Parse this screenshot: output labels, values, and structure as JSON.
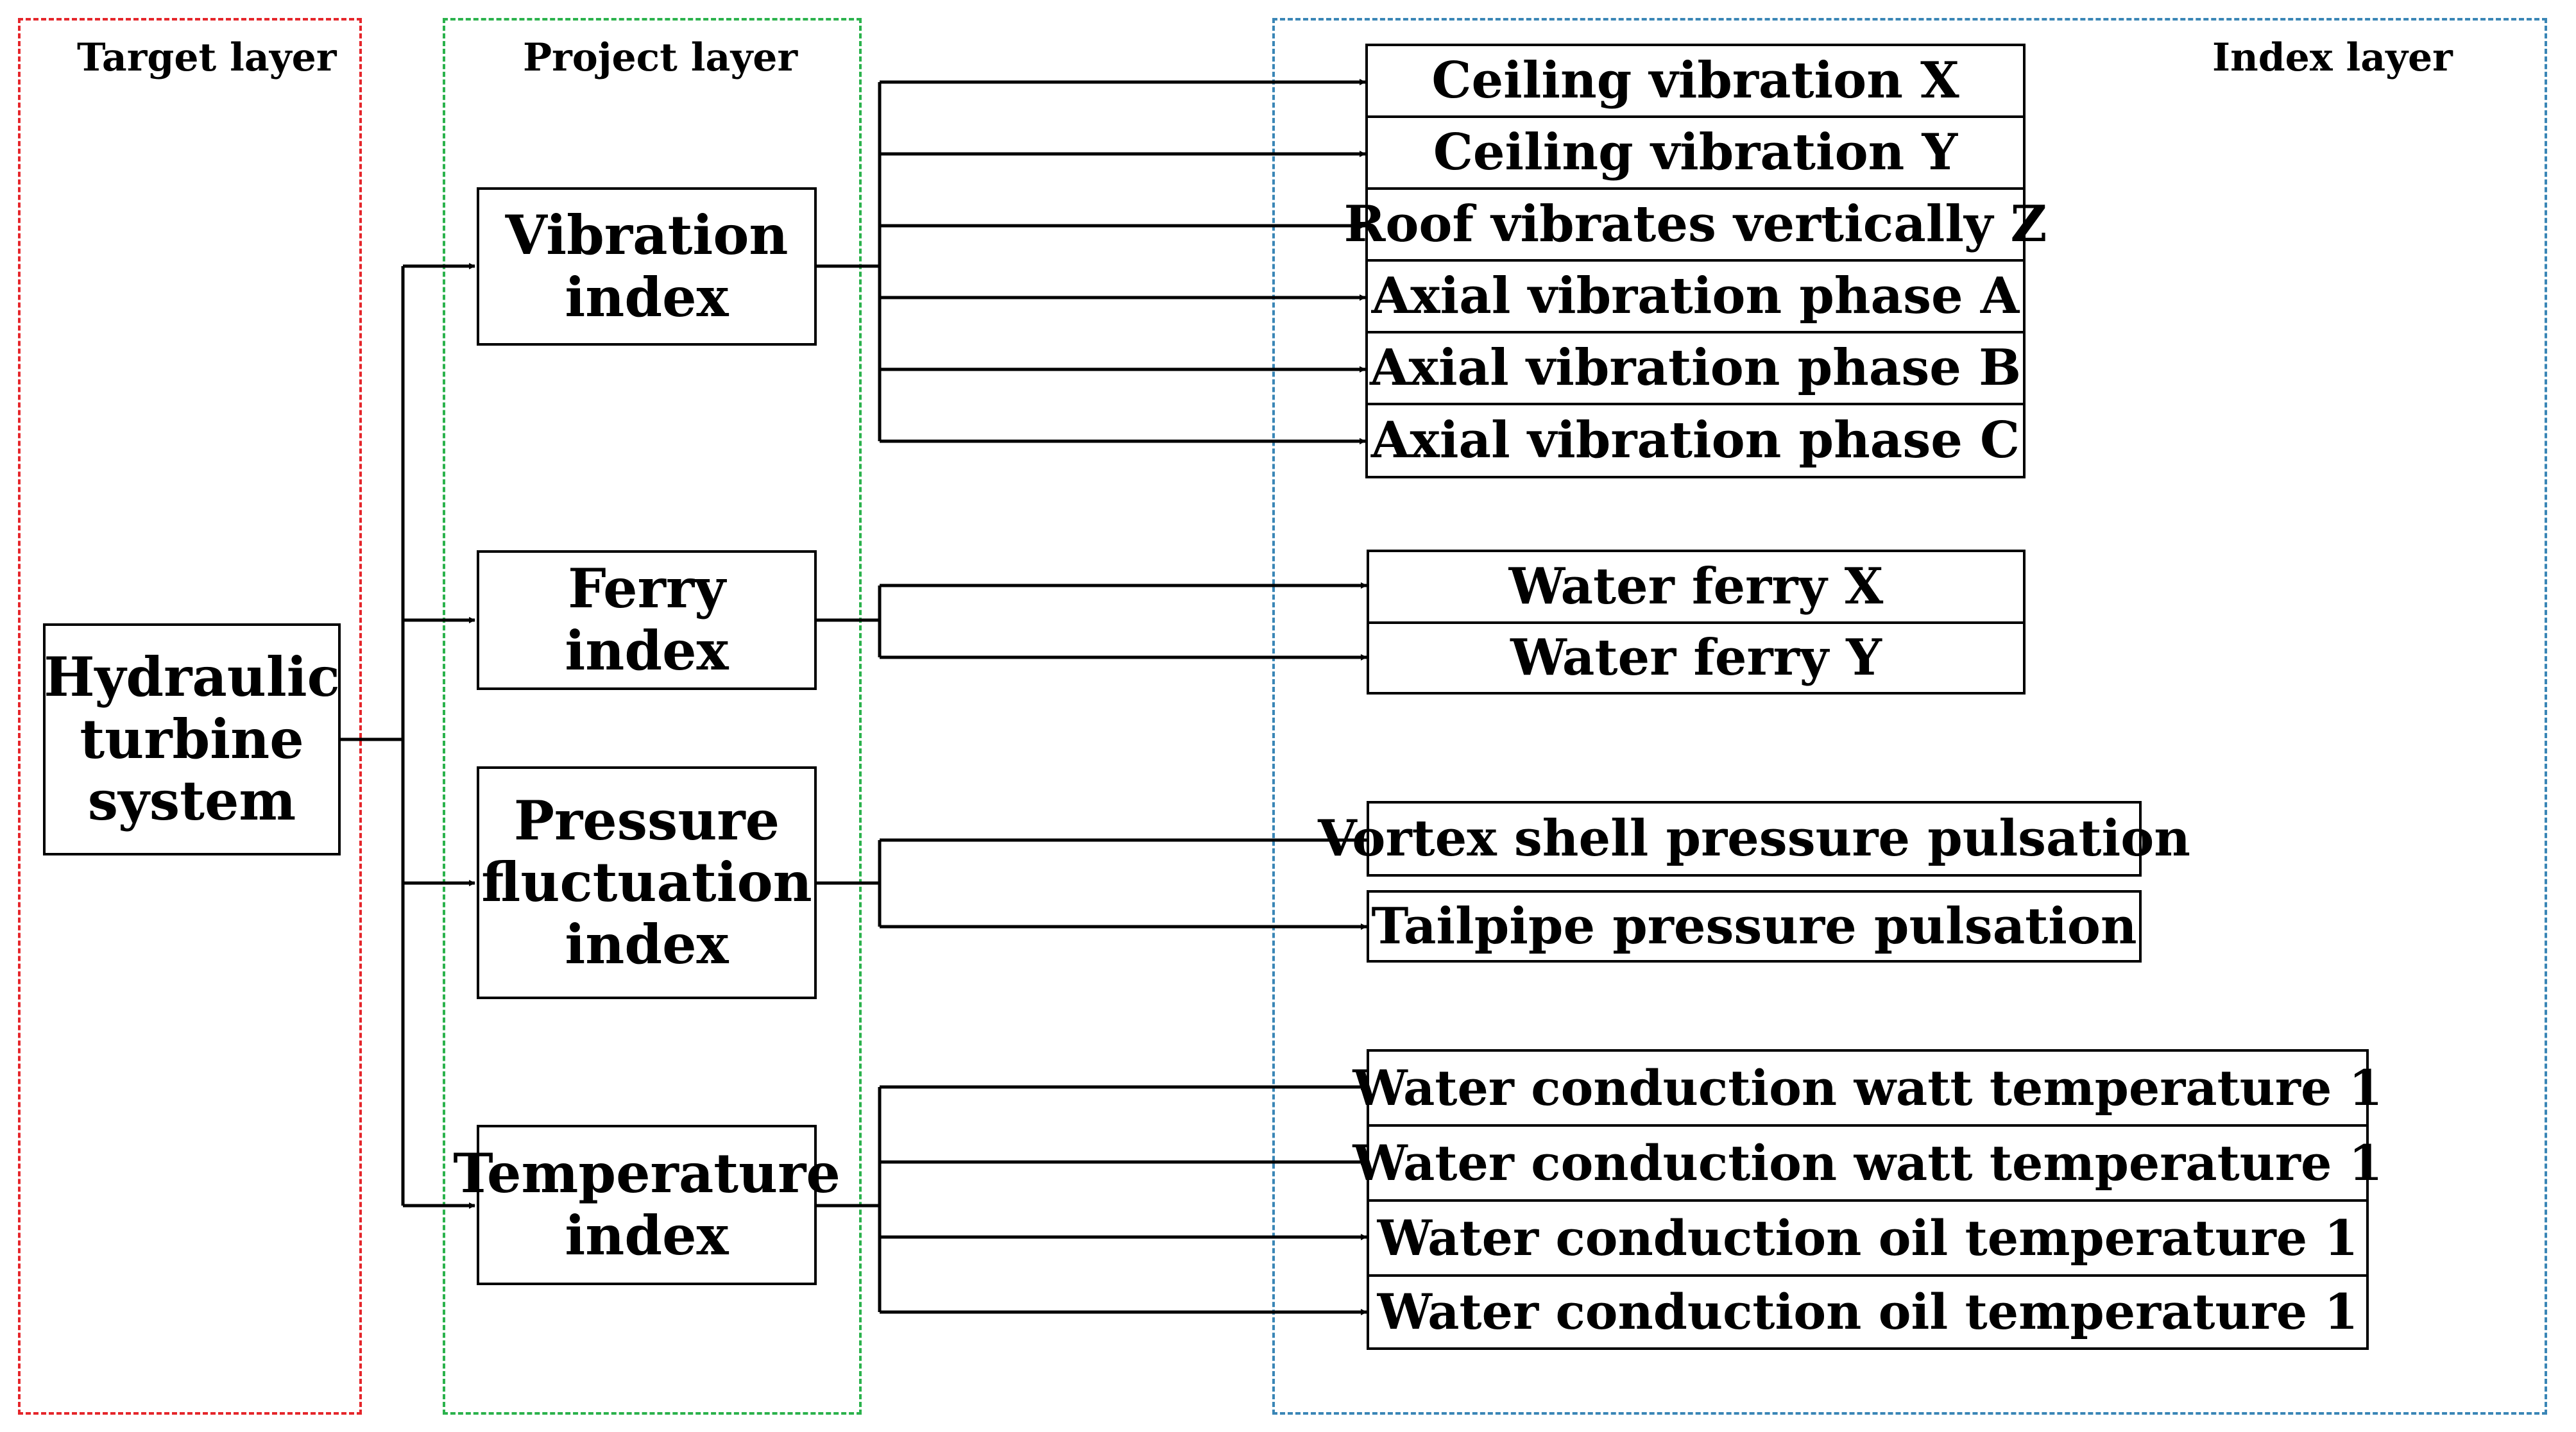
{
  "layers": {
    "target": "Target layer",
    "project": "Project layer",
    "index": "Index layer"
  },
  "target_node": "Hydraulic turbine system",
  "projects": [
    {
      "label": "Vibration index",
      "indices": [
        "Ceiling vibration X",
        "Ceiling vibration Y",
        "Roof vibrates vertically Z",
        "Axial vibration phase A",
        "Axial vibration phase B",
        "Axial vibration phase C"
      ]
    },
    {
      "label": "Ferry index",
      "indices": [
        "Water ferry X",
        "Water ferry Y"
      ]
    },
    {
      "label": "Pressure fluctuation index",
      "indices": [
        "Vortex shell pressure pulsation",
        "Tailpipe pressure pulsation"
      ]
    },
    {
      "label": "Temperature index",
      "indices": [
        "Water conduction watt temperature 1",
        "Water conduction watt temperature 1",
        "Water conduction oil temperature 1",
        "Water conduction oil temperature 1"
      ]
    }
  ],
  "colors": {
    "target_border": "#e5262b",
    "project_border": "#2bb24c",
    "index_border": "#3a86b6"
  }
}
